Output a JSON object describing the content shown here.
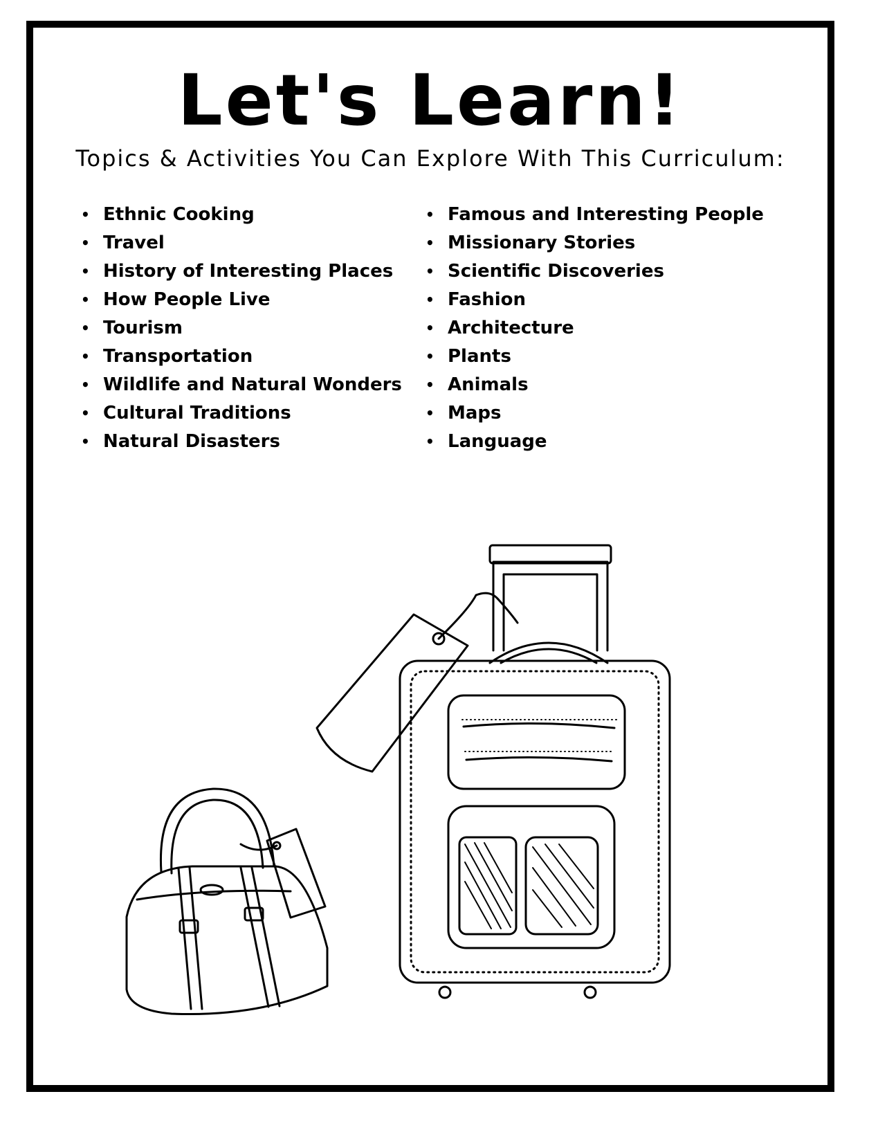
{
  "title": "Let's Learn!",
  "subtitle": "Topics & Activities You Can Explore With This Curriculum:",
  "topics_left": [
    "Ethnic Cooking",
    "Travel",
    "History of Interesting Places",
    "How People Live",
    "Tourism",
    "Transportation",
    "Wildlife and Natural Wonders",
    "Cultural Traditions",
    "Natural Disasters"
  ],
  "topics_right": [
    "Famous and Interesting People",
    "Missionary Stories",
    "Scientific Discoveries",
    "Fashion",
    "Architecture",
    "Plants",
    "Animals",
    "Maps",
    "Language"
  ],
  "colors": {
    "ink": "#000000",
    "paper": "#ffffff"
  }
}
